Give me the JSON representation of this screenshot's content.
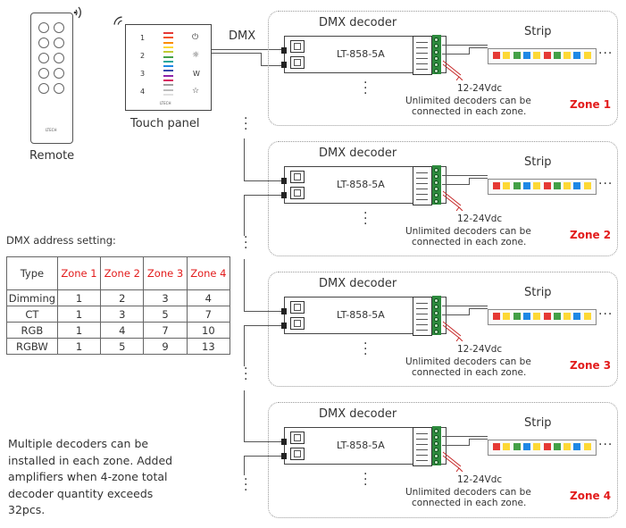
{
  "labels": {
    "remote": "Remote",
    "touch_panel": "Touch panel",
    "dmx": "DMX",
    "table_title": "DMX address setting:",
    "note": [
      "Multiple decoders can be",
      "installed in each zone. Added",
      "amplifiers when 4-zone total",
      "decoder quantity exceeds",
      "32pcs."
    ]
  },
  "remote_device": {
    "brand": "LTECH"
  },
  "panel_device": {
    "brand": "LTECH",
    "buttons_left": [
      "1",
      "2",
      "3",
      "4"
    ],
    "buttons_right": [
      "power",
      "sun",
      "W",
      "star"
    ]
  },
  "zones": [
    {
      "title": "DMX decoder",
      "model": "LT-858-5A",
      "strip": "Strip",
      "power": "12-24Vdc",
      "note1": "Unlimited decoders can be",
      "note2": "connected in each zone.",
      "zone": "Zone 1"
    },
    {
      "title": "DMX decoder",
      "model": "LT-858-5A",
      "strip": "Strip",
      "power": "12-24Vdc",
      "note1": "Unlimited decoders can be",
      "note2": "connected in each zone.",
      "zone": "Zone 2"
    },
    {
      "title": "DMX decoder",
      "model": "LT-858-5A",
      "strip": "Strip",
      "power": "12-24Vdc",
      "note1": "Unlimited decoders can be",
      "note2": "connected in each zone.",
      "zone": "Zone 3"
    },
    {
      "title": "DMX decoder",
      "model": "LT-858-5A",
      "strip": "Strip",
      "power": "12-24Vdc",
      "note1": "Unlimited decoders can be",
      "note2": "connected in each zone.",
      "zone": "Zone 4"
    }
  ],
  "address_table": {
    "header": [
      "Type",
      "Zone 1",
      "Zone 2",
      "Zone 3",
      "Zone 4"
    ],
    "rows": [
      [
        "Dimming",
        "1",
        "2",
        "3",
        "4"
      ],
      [
        "CT",
        "1",
        "3",
        "5",
        "7"
      ],
      [
        "RGB",
        "1",
        "4",
        "7",
        "10"
      ],
      [
        "RGBW",
        "1",
        "5",
        "9",
        "13"
      ]
    ]
  },
  "colors": {
    "zone_label": "#e21b1b",
    "terminal": "#2e8b3e",
    "wire": "#555555",
    "zone_border": "#9a9a9a"
  }
}
